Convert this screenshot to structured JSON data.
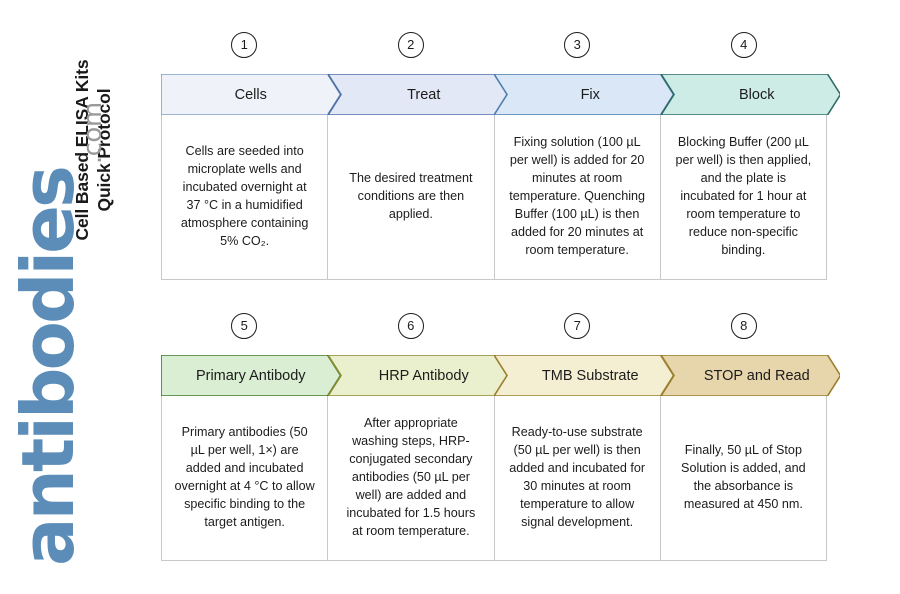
{
  "title": {
    "line1": "Cell Based ELISA Kits",
    "line2": "Quick Protocol"
  },
  "watermark": {
    "main": "antibodies",
    "tld": ".com",
    "main_color": "#5b8db8",
    "tld_color": "#9a9a9a"
  },
  "rows": [
    {
      "steps": [
        {
          "number": "1",
          "label": "Cells",
          "fill": "#eff3f9",
          "stroke": "#7f9fc4",
          "body": "Cells are seeded into microplate wells and incubated overnight at 37 °C in a humidified atmosphere containing 5% CO₂."
        },
        {
          "number": "2",
          "label": "Treat",
          "fill": "#e3e8f7",
          "stroke": "#4f6fa8",
          "body": "The desired treatment conditions are then applied."
        },
        {
          "number": "3",
          "label": "Fix",
          "fill": "#d9e7f7",
          "stroke": "#4f7fae",
          "body": "Fixing solution (100 µL per well) is added for 20 minutes at room temperature. Quenching Buffer (100 µL) is then added for 20 minutes at room temperature."
        },
        {
          "number": "4",
          "label": "Block",
          "fill": "#cdece5",
          "stroke": "#2f6b68",
          "body": "Blocking Buffer (200 µL per well) is then applied, and the plate is incubated for 1 hour at room temperature to reduce non-specific binding."
        }
      ]
    },
    {
      "steps": [
        {
          "number": "5",
          "label": "Primary Antibody",
          "fill": "#d9eed2",
          "stroke": "#3f7a2e",
          "body": "Primary antibodies (50 µL per well, 1×) are added and incubated overnight at 4 °C to allow specific binding to the target antigen."
        },
        {
          "number": "6",
          "label": "HRP Antibody",
          "fill": "#eaefcd",
          "stroke": "#8b8c33",
          "body": "After appropriate washing steps, HRP-conjugated secondary antibodies (50 µL per well) are added and incubated for 1.5 hours at room temperature."
        },
        {
          "number": "7",
          "label": "TMB Substrate",
          "fill": "#f4efd2",
          "stroke": "#9a7f2e",
          "body": "Ready-to-use substrate (50 µL per well) is then added and incubated for 30 minutes at room temperature to allow signal development."
        },
        {
          "number": "8",
          "label": "STOP and Read",
          "fill": "#e7d5ab",
          "stroke": "#9a7f2e",
          "body": "Finally, 50 µL of Stop Solution is added, and the absorbance is measured at 450 nm."
        }
      ]
    }
  ]
}
